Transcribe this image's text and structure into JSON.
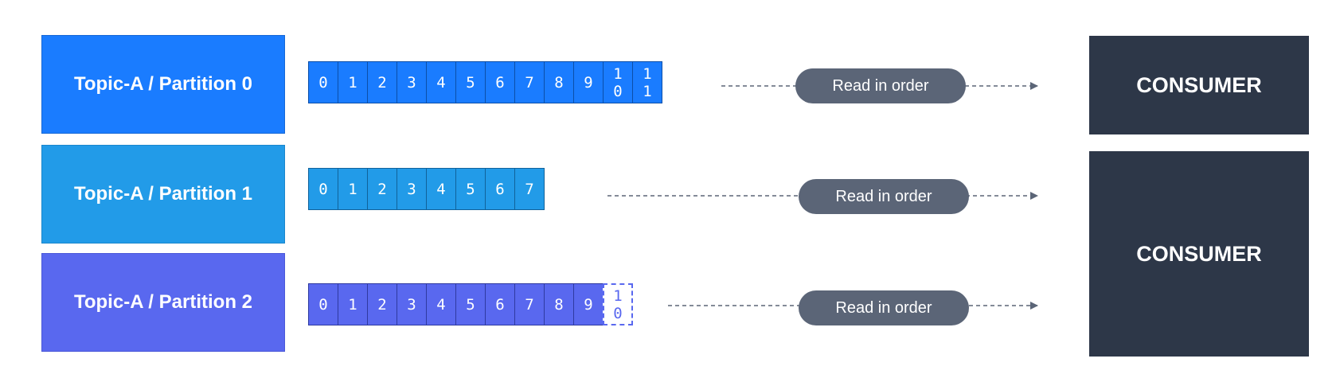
{
  "topics": [
    {
      "label": "Topic-A / Partition 0"
    },
    {
      "label": "Topic-A / Partition 1"
    },
    {
      "label": "Topic-A / Partition 2"
    }
  ],
  "logs": [
    {
      "offsets": [
        "0",
        "1",
        "2",
        "3",
        "4",
        "5",
        "6",
        "7",
        "8",
        "9",
        "1\n0",
        "1\n1"
      ],
      "pending": []
    },
    {
      "offsets": [
        "0",
        "1",
        "2",
        "3",
        "4",
        "5",
        "6",
        "7"
      ],
      "pending": []
    },
    {
      "offsets": [
        "0",
        "1",
        "2",
        "3",
        "4",
        "5",
        "6",
        "7",
        "8",
        "9",
        "1\n0"
      ],
      "pending": [
        "1\n0"
      ]
    }
  ],
  "read_labels": [
    "Read in order",
    "Read in order",
    "Read in order"
  ],
  "consumers": [
    {
      "label": "CONSUMER"
    },
    {
      "label": "CONSUMER"
    }
  ],
  "colors": {
    "partition_0": "#1a7cff",
    "partition_1": "#229be8",
    "partition_2": "#5968ef",
    "pill": "#5b6577",
    "consumer": "#2d3748",
    "arrow": "#5b6577"
  }
}
